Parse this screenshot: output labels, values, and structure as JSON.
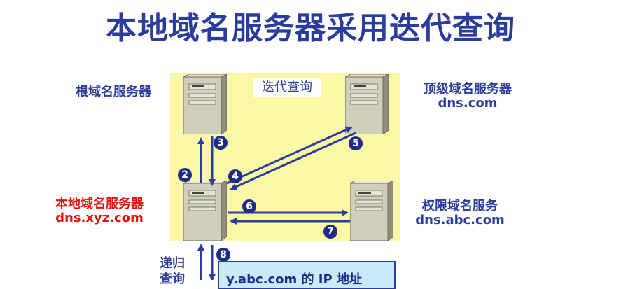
{
  "title": "本地域名服务器采用迭代查询",
  "panel_label": "迭代查询",
  "servers": {
    "root": {
      "label": "根域名服务器"
    },
    "tld": {
      "label": "顶级域名服务器",
      "host": "dns.com"
    },
    "local": {
      "label": "本地域名服务器",
      "host": "dns.xyz.com"
    },
    "auth": {
      "label": "权限域名服务",
      "host": "dns.abc.com"
    }
  },
  "steps": [
    "2",
    "3",
    "4",
    "5",
    "6",
    "7",
    "8"
  ],
  "recursive_query_label": "递归查询",
  "answer": "y.abc.com 的 IP 地址",
  "colors": {
    "title": "#2a3c9c",
    "panel": "#fbf7a6",
    "arrow": "#2a3c9c",
    "local_label": "#e3120b",
    "answer_box": "#c7ecf8"
  }
}
